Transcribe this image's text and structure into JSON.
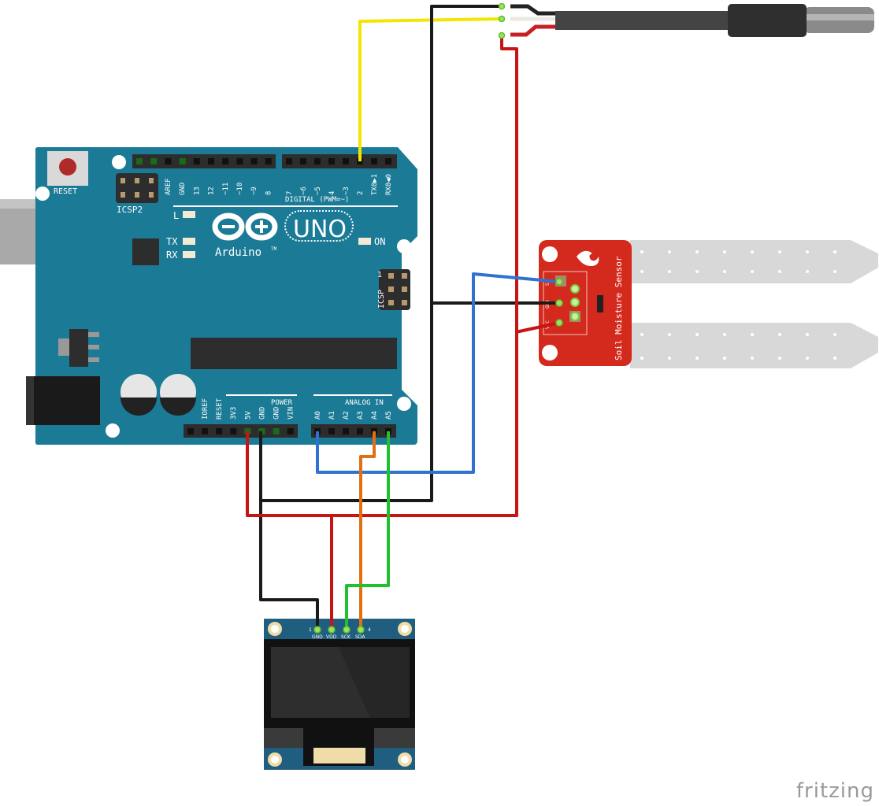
{
  "arduino": {
    "reset_label": "RESET",
    "icsp2_label": "ICSP2",
    "icsp_label": "ICSP",
    "icsp_pin1": "1",
    "brand": "Arduino",
    "tm": "TM",
    "model": "UNO",
    "digital_label": "DIGITAL (PWM=~)",
    "power_label": "POWER",
    "analog_label": "ANALOG IN",
    "led_l": "L",
    "led_tx": "TX",
    "led_rx": "RX",
    "led_on": "ON",
    "digital_pins_left": [
      "AREF",
      "GND",
      "13",
      "12",
      "~11",
      "~10",
      "~9",
      "8"
    ],
    "digital_pins_right": [
      "7",
      "~6",
      "~5",
      "4",
      "~3",
      "2",
      "TX0▶1",
      "RX0◀0"
    ],
    "power_pins": [
      "IOREF",
      "RESET",
      "3V3",
      "5V",
      "GND",
      "GND",
      "VIN"
    ],
    "analog_pins": [
      "A0",
      "A1",
      "A2",
      "A3",
      "A4",
      "A5"
    ]
  },
  "oled": {
    "pins": [
      "GND",
      "VDD",
      "SCK",
      "SDA"
    ],
    "pin_first": "1",
    "pin_last": "4"
  },
  "soil_sensor": {
    "title": "Soil Moisture Sensor",
    "pins": [
      "S",
      "GND",
      "VCC"
    ]
  },
  "wire_colors": {
    "signal_yellow": "#f2e600",
    "ground_black": "#1a1a1a",
    "power_red": "#c81414",
    "a0_blue": "#2f72d0",
    "sda_orange": "#e07010",
    "sck_green": "#22c030"
  },
  "board_color": "#1b7a96",
  "watermark": "fritzing"
}
